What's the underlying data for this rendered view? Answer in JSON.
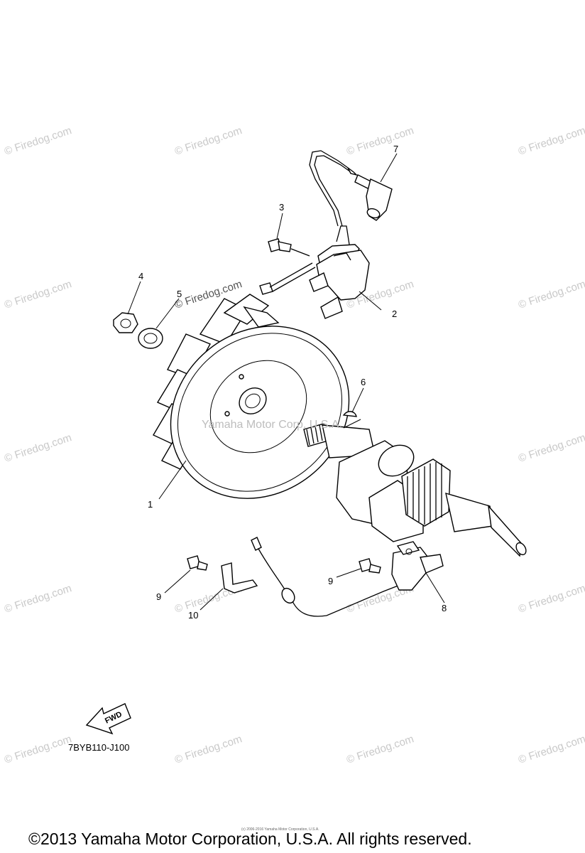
{
  "watermark": {
    "text": "© Firedog.com",
    "center_text": "Yamaha Motor Corp. U.S.A."
  },
  "callouts": [
    "1",
    "2",
    "3",
    "4",
    "5",
    "6",
    "7",
    "8",
    "9",
    "9",
    "10"
  ],
  "fwd_label": "FWD",
  "diagram_code": "7BYB110-J100",
  "fine_print": "(c) 2006-2016 Yamaha Motor Corporation, U.S.A.",
  "copyright": "©2013 Yamaha Motor Corporation, U.S.A. All rights reserved."
}
